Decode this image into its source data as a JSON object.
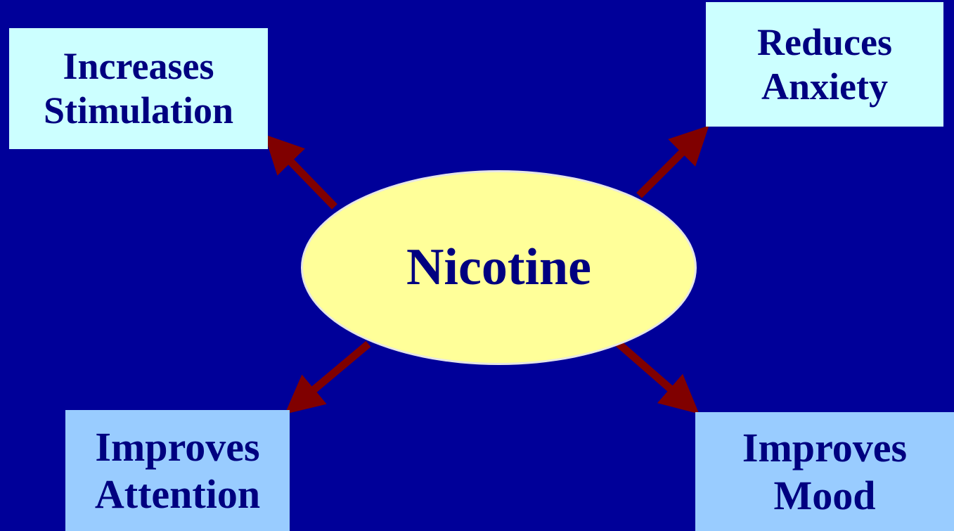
{
  "diagram": {
    "center": {
      "label": "Nicotine"
    },
    "effects": {
      "stimulation": {
        "lines": [
          "Increases",
          "Stimulation"
        ]
      },
      "anxiety": {
        "lines": [
          "Reduces",
          "Anxiety"
        ]
      },
      "attention": {
        "lines": [
          "Improves",
          "Attention"
        ]
      },
      "mood": {
        "lines": [
          "Improves",
          "Mood"
        ]
      }
    }
  },
  "colors": {
    "background": "#000099",
    "text": "#000080",
    "center_fill": "#FFFF99",
    "box_light": "#CCFFFF",
    "box_mid": "#99CCFF",
    "arrow": "#800000"
  }
}
